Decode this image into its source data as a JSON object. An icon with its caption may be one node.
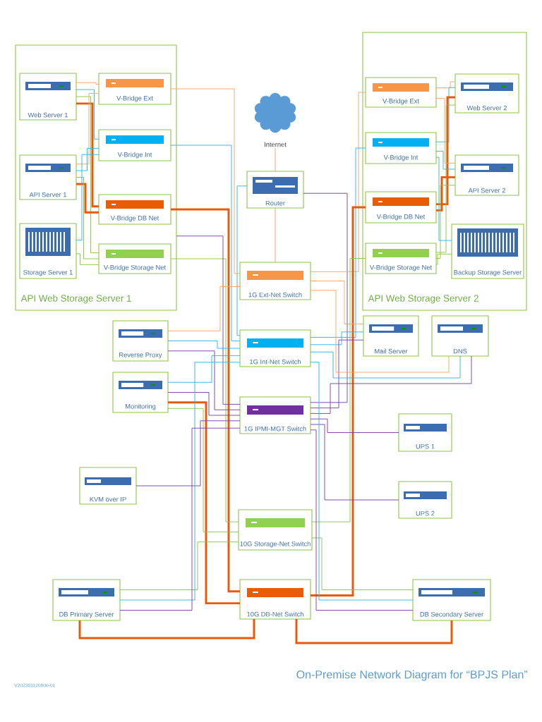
{
  "diagram": {
    "title": "On-Premise Network Diagram for “BPJS Plan”",
    "nodes": [
      {
        "text": [
          "API Web Storage Server 1"
        ]
      },
      {
        "text": [
          "Web Server 1"
        ],
        "in": 0
      },
      {
        "text": [
          "V-Bridge Ext"
        ],
        "in": 0
      },
      {
        "text": [
          "V-Bridge Int"
        ],
        "in": 0
      },
      {
        "text": [
          "API Server 1"
        ],
        "in": 0
      },
      {
        "text": [
          "V-Bridge DB Net"
        ],
        "in": 0
      },
      {
        "text": [
          "Storage Server 1"
        ],
        "in": 0
      },
      {
        "text": [
          "V-Bridge Storage Net"
        ],
        "in": 0
      },
      {
        "text": [
          "Internet"
        ]
      },
      {
        "text": [
          "Router"
        ]
      },
      {
        "text": [
          "API Web Storage Server 2"
        ]
      },
      {
        "text": [
          "V-Bridge Ext"
        ],
        "in": 10
      },
      {
        "text": [
          "Web Server 2"
        ],
        "in": 10
      },
      {
        "text": [
          "V-Bridge Int"
        ],
        "in": 10
      },
      {
        "text": [
          "API Server 2"
        ],
        "in": 10
      },
      {
        "text": [
          "V-Bridge DB Net"
        ],
        "in": 10
      },
      {
        "text": [
          "V-Bridge Storage Net"
        ],
        "in": 10
      },
      {
        "text": [
          "Backup Storage Server"
        ],
        "in": 10
      },
      {
        "text": [
          "1G Ext-Net Switch"
        ]
      },
      {
        "text": [
          "Reverse Proxy"
        ]
      },
      {
        "text": [
          "1G Int-Net Switch"
        ]
      },
      {
        "text": [
          "Mail Server"
        ]
      },
      {
        "text": [
          "DNS"
        ]
      },
      {
        "text": [
          "Monitoring"
        ]
      },
      {
        "text": [
          "1G IPMI-MGT Switch"
        ]
      },
      {
        "text": [
          "UPS 1"
        ]
      },
      {
        "text": [
          "KVM over IP"
        ]
      },
      {
        "text": [
          "UPS 2"
        ]
      },
      {
        "text": [
          "10G Storage-Net Switch"
        ]
      },
      {
        "text": [
          "DB Primary Server"
        ]
      },
      {
        "text": [
          "10G DB-Net Switch"
        ]
      },
      {
        "text": [
          "DB Secondary Server"
        ]
      }
    ],
    "edges": [
      {
        "from": 1,
        "to": 2,
        "arrow": "none",
        "color": "#fba26b"
      },
      {
        "from": 1,
        "to": 3,
        "arrow": "none",
        "color": "#2eb5ea"
      },
      {
        "from": 1,
        "to": 5,
        "arrow": "none",
        "color": "#e8590c",
        "style": "thick"
      },
      {
        "from": 1,
        "to": 7,
        "arrow": "none",
        "color": "#8dc63f"
      },
      {
        "from": 4,
        "to": 2,
        "arrow": "none",
        "color": "#fba26b"
      },
      {
        "from": 4,
        "to": 3,
        "arrow": "none",
        "color": "#2eb5ea"
      },
      {
        "from": 4,
        "to": 5,
        "arrow": "none",
        "color": "#e8590c",
        "style": "thick"
      },
      {
        "from": 4,
        "to": 7,
        "arrow": "none",
        "color": "#8dc63f"
      },
      {
        "from": 6,
        "to": 3,
        "arrow": "none",
        "color": "#2eb5ea"
      },
      {
        "from": 6,
        "to": 7,
        "arrow": "none",
        "color": "#8dc63f"
      },
      {
        "from": 12,
        "to": 11,
        "arrow": "none",
        "color": "#fba26b"
      },
      {
        "from": 12,
        "to": 13,
        "arrow": "none",
        "color": "#2eb5ea"
      },
      {
        "from": 12,
        "to": 15,
        "arrow": "none",
        "color": "#e8590c",
        "style": "thick"
      },
      {
        "from": 12,
        "to": 16,
        "arrow": "none",
        "color": "#8dc63f"
      },
      {
        "from": 14,
        "to": 11,
        "arrow": "none",
        "color": "#fba26b"
      },
      {
        "from": 14,
        "to": 13,
        "arrow": "none",
        "color": "#2eb5ea"
      },
      {
        "from": 14,
        "to": 15,
        "arrow": "none",
        "color": "#e8590c",
        "style": "thick"
      },
      {
        "from": 14,
        "to": 16,
        "arrow": "none",
        "color": "#8dc63f"
      },
      {
        "from": 17,
        "to": 13,
        "arrow": "none",
        "color": "#2eb5ea"
      },
      {
        "from": 17,
        "to": 16,
        "arrow": "none",
        "color": "#8dc63f"
      },
      {
        "from": 8,
        "to": 9,
        "arrow": "none",
        "color": "#fba26b"
      },
      {
        "from": 9,
        "to": 18,
        "arrow": "none",
        "color": "#fba26b"
      },
      {
        "from": 9,
        "to": 20,
        "arrow": "none",
        "color": "#2eb5ea"
      },
      {
        "from": 9,
        "to": 24,
        "arrow": "none",
        "color": "#7e3fb0"
      },
      {
        "from": 2,
        "to": 18,
        "arrow": "none",
        "color": "#fba26b"
      },
      {
        "from": 3,
        "to": 20,
        "arrow": "none",
        "color": "#2eb5ea"
      },
      {
        "from": 5,
        "to": 30,
        "arrow": "none",
        "color": "#e8590c",
        "style": "thick"
      },
      {
        "from": 7,
        "to": 28,
        "arrow": "none",
        "color": "#8dc63f"
      },
      {
        "from": 11,
        "to": 18,
        "arrow": "none",
        "color": "#fba26b"
      },
      {
        "from": 13,
        "to": 20,
        "arrow": "none",
        "color": "#2eb5ea"
      },
      {
        "from": 15,
        "to": 30,
        "arrow": "none",
        "color": "#e8590c",
        "style": "thick"
      },
      {
        "from": 16,
        "to": 28,
        "arrow": "none",
        "color": "#8dc63f"
      },
      {
        "from": 0,
        "to": 24,
        "arrow": "none",
        "color": "#7e3fb0"
      },
      {
        "from": 19,
        "to": 18,
        "arrow": "none",
        "color": "#fba26b"
      },
      {
        "from": 19,
        "to": 20,
        "arrow": "none",
        "color": "#2eb5ea"
      },
      {
        "from": 19,
        "to": 24,
        "arrow": "none",
        "color": "#7e3fb0"
      },
      {
        "from": 23,
        "to": 20,
        "arrow": "none",
        "color": "#2eb5ea"
      },
      {
        "from": 23,
        "to": 24,
        "arrow": "none",
        "color": "#7e3fb0"
      },
      {
        "from": 23,
        "to": 30,
        "arrow": "none",
        "color": "#e8590c",
        "style": "thick"
      },
      {
        "from": 23,
        "to": 28,
        "arrow": "none",
        "color": "#8dc63f"
      },
      {
        "from": 26,
        "to": 24,
        "arrow": "none",
        "color": "#7e3fb0"
      },
      {
        "from": 21,
        "to": 18,
        "arrow": "none",
        "color": "#fba26b"
      },
      {
        "from": 21,
        "to": 20,
        "arrow": "none",
        "color": "#2eb5ea"
      },
      {
        "from": 21,
        "to": 24,
        "arrow": "none",
        "color": "#7e3fb0"
      },
      {
        "from": 22,
        "to": 18,
        "arrow": "none",
        "color": "#fba26b"
      },
      {
        "from": 22,
        "to": 20,
        "arrow": "none",
        "color": "#2eb5ea"
      },
      {
        "from": 22,
        "to": 24,
        "arrow": "none",
        "color": "#7e3fb0"
      },
      {
        "from": 25,
        "to": 24,
        "arrow": "none",
        "color": "#7e3fb0"
      },
      {
        "from": 27,
        "to": 24,
        "arrow": "none",
        "color": "#7e3fb0"
      },
      {
        "from": 29,
        "to": 28,
        "arrow": "none",
        "color": "#8dc63f"
      },
      {
        "from": 29,
        "to": 20,
        "arrow": "none",
        "color": "#2eb5ea"
      },
      {
        "from": 29,
        "to": 24,
        "arrow": "none",
        "color": "#7e3fb0"
      },
      {
        "from": 29,
        "to": 30,
        "arrow": "none",
        "color": "#e8590c",
        "style": "thick"
      },
      {
        "from": 31,
        "to": 28,
        "arrow": "none",
        "color": "#8dc63f"
      },
      {
        "from": 31,
        "to": 20,
        "arrow": "none",
        "color": "#2eb5ea"
      },
      {
        "from": 31,
        "to": 24,
        "arrow": "none",
        "color": "#7e3fb0"
      },
      {
        "from": 31,
        "to": 30,
        "arrow": "none",
        "color": "#e8590c",
        "style": "thick"
      }
    ],
    "labels": [
      "V202301120800-01"
    ]
  }
}
